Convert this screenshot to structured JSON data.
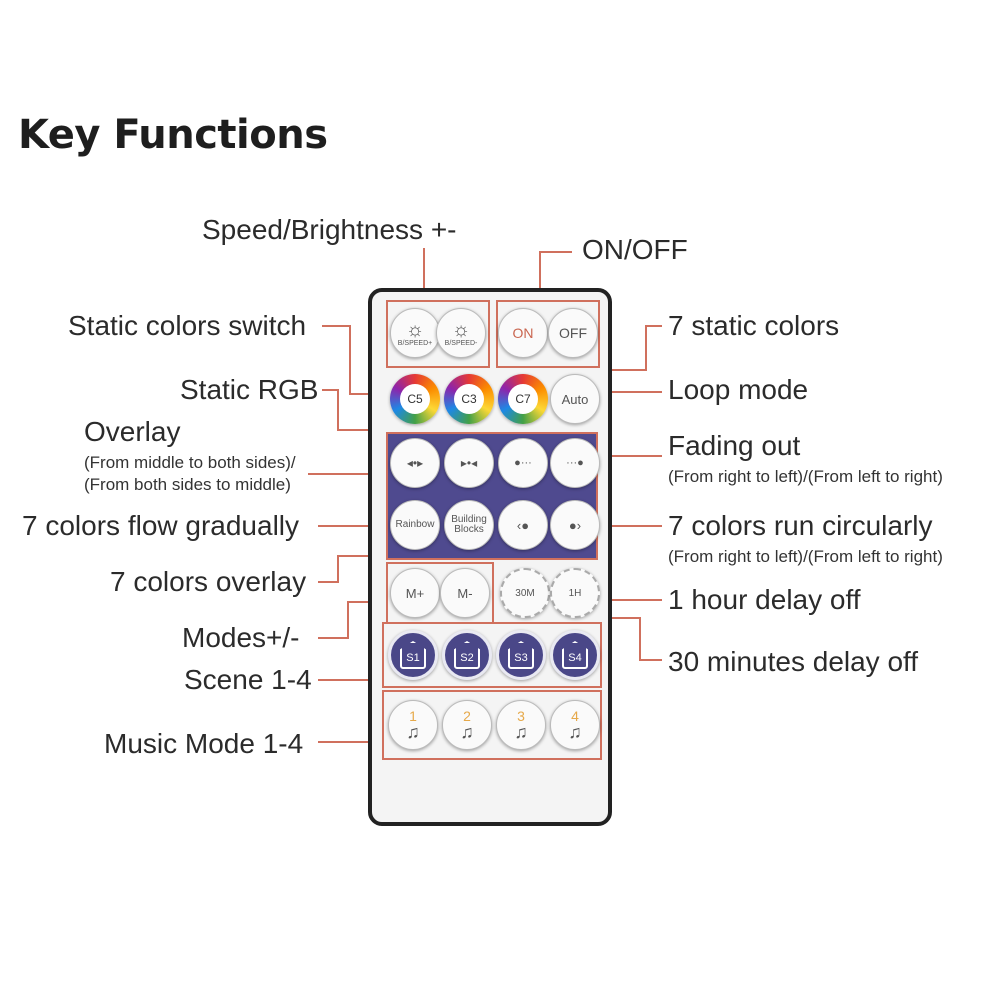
{
  "title": "Key Functions",
  "labels": {
    "speed_brightness": "Speed/Brightness +-",
    "on_off": "ON/OFF",
    "static_colors_switch": "Static colors switch",
    "static_rgb": "Static RGB",
    "seven_static_colors": "7 static colors",
    "loop_mode": "Loop mode",
    "overlay": "Overlay",
    "overlay_sub1": "(From middle to both sides)/",
    "overlay_sub2": "(From both sides to middle)",
    "fading_out": "Fading out",
    "fading_out_sub": "(From right to left)/(From left to right)",
    "flow_gradually": "7 colors flow gradually",
    "run_circularly": "7 colors run circularly",
    "run_circularly_sub": "(From right to left)/(From left to right)",
    "colors_overlay": "7 colors overlay",
    "hour_delay": "1 hour delay off",
    "modes": "Modes+/-",
    "scene": "Scene 1-4",
    "minutes_delay": "30 minutes delay off",
    "music_mode": "Music Mode 1-4"
  },
  "buttons": {
    "bright_up_icon": "☼",
    "bright_up_sub": "B/SPEED+",
    "bright_down_icon": "☼",
    "bright_down_sub": "B/SPEED-",
    "on": "ON",
    "off": "OFF",
    "c5": "C5",
    "c3": "C3",
    "c7": "C7",
    "auto": "Auto",
    "overlay_out": "◂•▸",
    "overlay_in": "▸•◂",
    "fade_rtl": "●···",
    "fade_ltr": "···●",
    "rainbow": "Rainbow",
    "building_blocks": "Building Blocks",
    "run_rtl": "‹●",
    "run_ltr": "●›",
    "m_plus": "M+",
    "m_minus": "M-",
    "t30m": "30M",
    "t1h": "1H",
    "s1": "S1",
    "s2": "S2",
    "s3": "S3",
    "s4": "S4",
    "music_note": "♫",
    "music1": "1",
    "music2": "2",
    "music3": "3",
    "music4": "4"
  },
  "colors": {
    "remote_panel": "#4f4a8f",
    "callout_line": "#d0705d",
    "music_number": "#e6a94a"
  }
}
